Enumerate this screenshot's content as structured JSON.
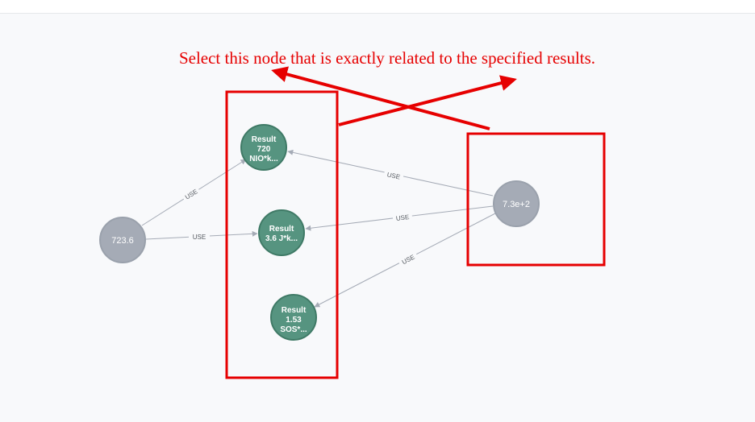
{
  "annotation": {
    "text": "Select this node that is exactly related to the specified results.",
    "color": "#e60000"
  },
  "graph": {
    "edge_label": "USE",
    "nodes": {
      "left": {
        "label": "723.6"
      },
      "right": {
        "label": "7.3e+2"
      },
      "result_top": {
        "line1": "Result",
        "line2": "720",
        "line3": "NIO*k..."
      },
      "result_mid": {
        "line1": "Result",
        "line2": "3.6 J*k..."
      },
      "result_bottom": {
        "line1": "Result",
        "line2": "1.53",
        "line3": "SOS*..."
      }
    },
    "colors": {
      "result_fill": "#569480",
      "result_stroke": "#3f7a66",
      "value_fill": "#a5abb6",
      "value_stroke": "#9aa1ac",
      "edge": "#a5abb6",
      "highlight": "#e60000"
    }
  }
}
